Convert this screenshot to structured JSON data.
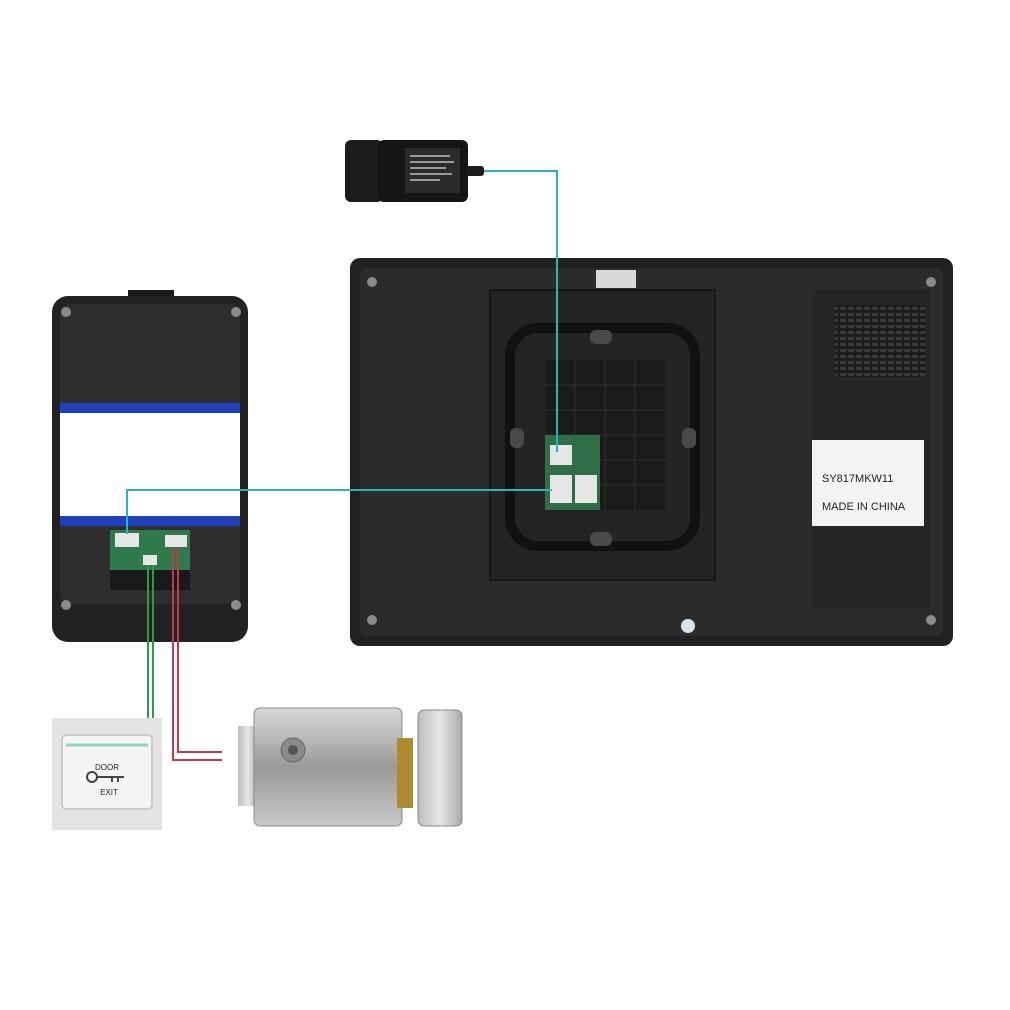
{
  "monitor": {
    "model_label": "SY817MKW11",
    "origin_label": "MADE IN CHINA"
  },
  "exit_button": {
    "top_text": "DOOR",
    "bottom_text": "EXIT"
  },
  "colors": {
    "video_wire": "#2bb3c0",
    "power_wire": "#2bb3c0",
    "exit_wire": "#2e9a4a",
    "lock_wire": "#c0394f",
    "device_body": "#2a2a2a",
    "blue_band": "#1f3fbf"
  }
}
